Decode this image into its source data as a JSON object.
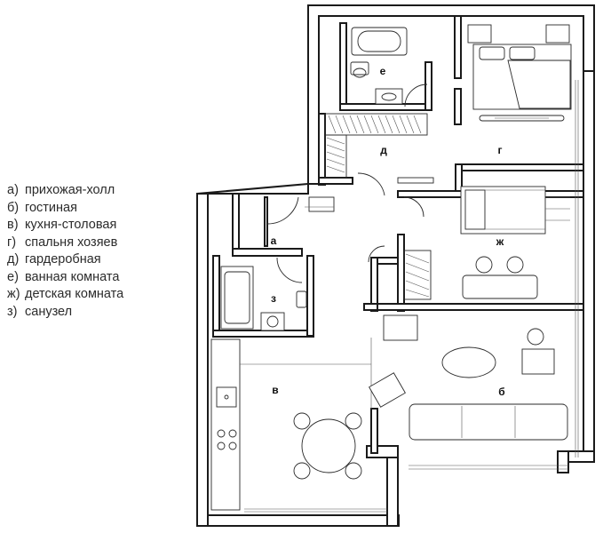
{
  "legend": [
    {
      "letter": "а)",
      "text": "прихожая-холл"
    },
    {
      "letter": "б)",
      "text": "гостиная"
    },
    {
      "letter": "в)",
      "text": "кухня-столовая"
    },
    {
      "letter": "г)",
      "text": "спальня хозяев"
    },
    {
      "letter": "д)",
      "text": "гардеробная"
    },
    {
      "letter": "е)",
      "text": "ванная комната"
    },
    {
      "letter": "ж)",
      "text": "детская комната"
    },
    {
      "letter": "з)",
      "text": "санузел"
    }
  ],
  "rooms": {
    "a": "а",
    "b": "б",
    "v": "в",
    "g": "г",
    "d": "д",
    "e": "е",
    "zh": "ж",
    "z": "з"
  }
}
